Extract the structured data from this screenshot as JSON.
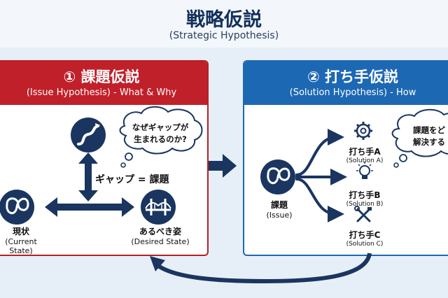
{
  "header": {
    "title": "戦略仮説",
    "subtitle": "(Strategic Hypothesis)"
  },
  "left_panel": {
    "title": "① 課題仮説",
    "subtitle": "(Issue Hypothesis) - What & Why",
    "thought": {
      "line1": "なぜギャップが",
      "line2": "生まれるのか?"
    },
    "gap_label": "ギャップ = 課題",
    "current": {
      "label": "現状",
      "sub": "(Current State)"
    },
    "desired": {
      "label": "あるべき姿",
      "sub": "(Desired State)"
    }
  },
  "right_panel": {
    "title": "② 打ち手仮説",
    "subtitle": "(Solution Hypothesis) - How",
    "thought": {
      "line1": "課題をど",
      "line2": "解決する"
    },
    "issue": {
      "label": "課題",
      "sub": "(Issue)"
    },
    "solutions": [
      {
        "label": "打ち手A",
        "sub": "(Solution A)",
        "icon": "gear-icon"
      },
      {
        "label": "打ち手B",
        "sub": "(Solution B)",
        "icon": "lightbulb-icon"
      },
      {
        "label": "打ち手C",
        "sub": "(Solution C)",
        "icon": "tools-icon"
      }
    ]
  },
  "colors": {
    "navy": "#1a3560",
    "red": "#c0202a",
    "blue": "#1d68b3"
  }
}
